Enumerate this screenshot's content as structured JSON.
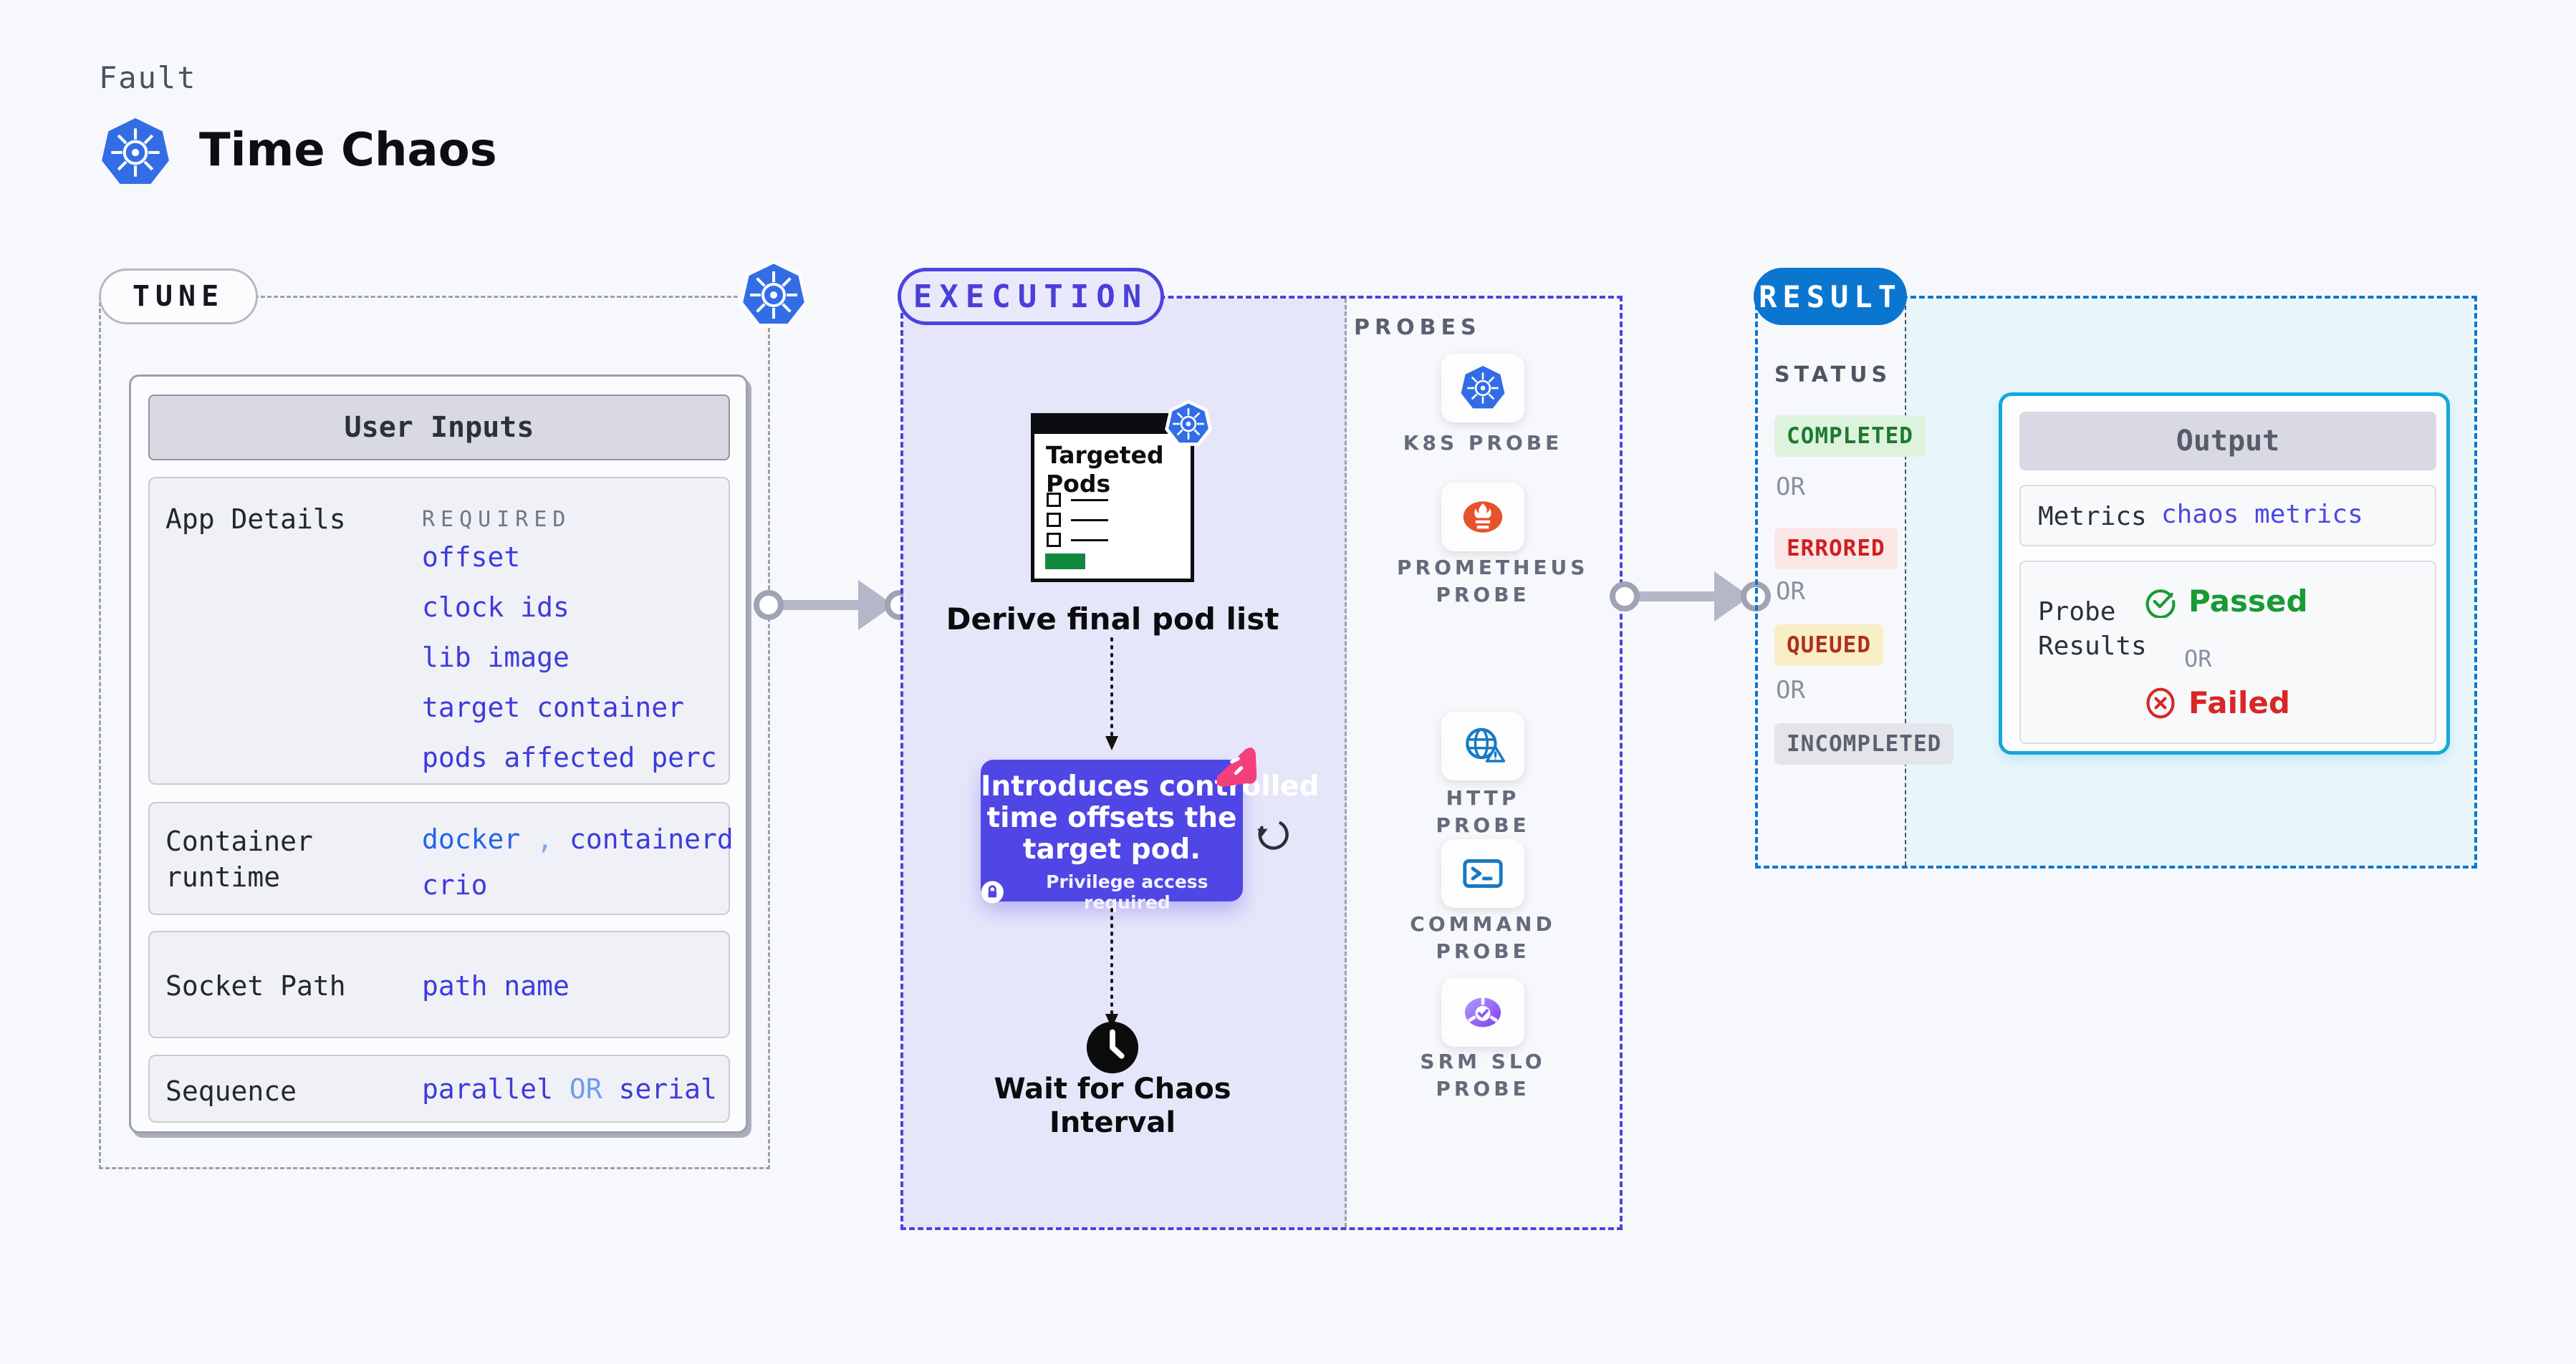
{
  "header": {
    "eyebrow": "Fault",
    "title": "Time Chaos",
    "logo": "kubernetes-icon"
  },
  "tune": {
    "badge": "TUNE",
    "panel_title": "User Inputs",
    "app_details": {
      "label": "App Details",
      "tag": "REQUIRED",
      "inputs": [
        "offset",
        "clock ids",
        "lib image",
        "target container",
        "pods affected perc"
      ]
    },
    "container_runtime": {
      "label": "Container runtime",
      "value_1": "docker",
      "separator": ",",
      "value_2": "containerd",
      "value_3": "crio"
    },
    "socket_path": {
      "label": "Socket Path",
      "value": "path name"
    },
    "sequence": {
      "label": "Sequence",
      "option_1": "parallel",
      "or": "OR",
      "option_2": "serial"
    }
  },
  "execution": {
    "badge": "EXECUTION",
    "pod_window_title": "Targeted Pods",
    "step_derive": "Derive final pod list",
    "tooltip": {
      "line_1": "Introduces controlled",
      "line_2": "time offsets the",
      "line_3": "target pod.",
      "note": "Privilege access required",
      "note_icon": "lock-icon"
    },
    "wait_line_1": "Wait for Chaos",
    "wait_line_2": "Interval"
  },
  "probes": {
    "label": "PROBES",
    "items": [
      {
        "label": "K8S PROBE",
        "icon": "kubernetes-icon"
      },
      {
        "label": "PROMETHEUS PROBE",
        "icon": "prometheus-icon"
      },
      {
        "label": "HTTP PROBE",
        "icon": "http-globe-icon"
      },
      {
        "label": "COMMAND PROBE",
        "icon": "terminal-icon"
      },
      {
        "label": "SRM SLO PROBE",
        "icon": "srm-slo-icon"
      }
    ]
  },
  "result": {
    "badge": "RESULT",
    "status": {
      "label": "STATUS",
      "or": "OR",
      "completed": "COMPLETED",
      "errored": "ERRORED",
      "queued": "QUEUED",
      "incompleted": "INCOMPLETED"
    },
    "output": {
      "title": "Output",
      "metrics_label": "Metrics",
      "metrics_value": "chaos metrics",
      "probe_results_label": "Probe Results",
      "passed": "Passed",
      "or": "OR",
      "failed": "Failed"
    }
  },
  "colors": {
    "kubernetes_blue": "#326de6",
    "indigo_accent": "#4a44dd",
    "tooltip_purple": "#4f46e5",
    "result_blue": "#0b76cf",
    "output_cyan": "#14a8da",
    "value_indigo": "#3d3bdc",
    "link_blue": "#2563eb",
    "passed_green": "#189a35",
    "failed_red": "#d92626",
    "prometheus_orange": "#e6522c",
    "litmus_pink": "#f43f7a",
    "completed_green": "#1d7a2c",
    "errored_red": "#cf1f1f",
    "queued_amber": "#b02e1e",
    "incompleted_gray": "#5a6170",
    "background": "#f7f8fb"
  }
}
